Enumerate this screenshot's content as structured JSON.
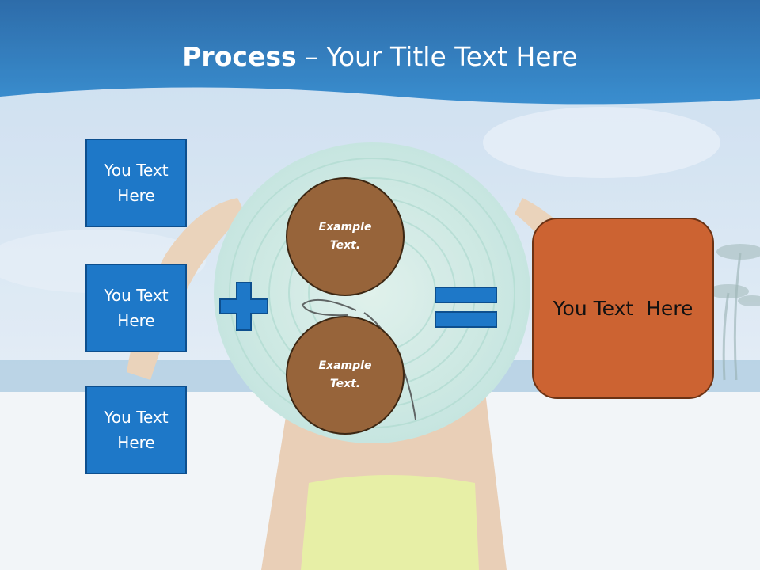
{
  "title": {
    "bold": "Process",
    "rest": " – Your Title Text Here"
  },
  "left_boxes": [
    {
      "line1": "You Text",
      "line2": "Here"
    },
    {
      "line1": "You Text",
      "line2": "Here"
    },
    {
      "line1": "You Text",
      "line2": "Here"
    }
  ],
  "circles": [
    {
      "line1": "Example",
      "line2": "Text."
    },
    {
      "line1": "Example",
      "line2": "Text."
    }
  ],
  "result": {
    "text": "You Text  Here"
  },
  "colors": {
    "header_blue": "#1a70b8",
    "box_blue": "#1e78c8",
    "circle_brown": "#97643a",
    "result_orange": "#cc6332"
  },
  "icons": [
    "plus-icon",
    "equals-icon"
  ]
}
